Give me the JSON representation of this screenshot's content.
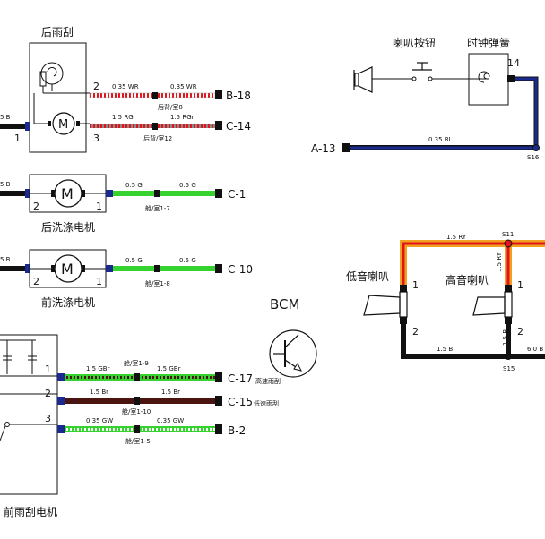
{
  "components": {
    "rear_wiper": "后雨刮",
    "horn_button": "喇叭按钮",
    "clock_spring": "时钟弹簧",
    "rear_washer": "后洗涤电机",
    "front_washer": "前洗涤电机",
    "low_horn": "低音喇叭",
    "high_horn": "高音喇叭",
    "bcm": "BCM",
    "front_wiper": "前雨刮电机"
  },
  "pins": {
    "p1": "1",
    "p2": "2",
    "p3": "3",
    "p14": "14"
  },
  "connectors": {
    "b18": "B-18",
    "c14": "C-14",
    "a13": "A-13",
    "c1": "C-1",
    "c10": "C-10",
    "c17": "C-17",
    "c15": "C-15",
    "b2": "B-2"
  },
  "wires": {
    "wr": "0.35 WR",
    "rgr": "1.5 RGr",
    "bl": "0.35 BL",
    "g": "0.5 G",
    "b": "5 B",
    "ry": "1.5 RY",
    "b15": "1.5 B",
    "b60": "6.0 B",
    "gbr": "1.5 GBr",
    "br": "1.5 Br",
    "gw": "0.35 GW"
  },
  "locations": {
    "rear8": "后背/室8",
    "rear12": "后背/室12",
    "cab17": "舱/室1-7",
    "cab18": "舱/室1-8",
    "cab19": "舱/室1-9",
    "cab110": "舱/室1-10",
    "cab15": "舱/室1-5"
  },
  "splices": {
    "s16": "S16",
    "s11": "S11",
    "s15": "S15"
  },
  "notes": {
    "high_speed": "高速雨刮",
    "low_speed": "低速雨刮"
  },
  "colors": {
    "wire_black": "#111111",
    "wire_blue": "#1a2a8f",
    "wire_green": "#36d330",
    "wire_red": "#e0141a",
    "wire_orange": "#f2a020",
    "wire_brown": "#4a1410"
  }
}
